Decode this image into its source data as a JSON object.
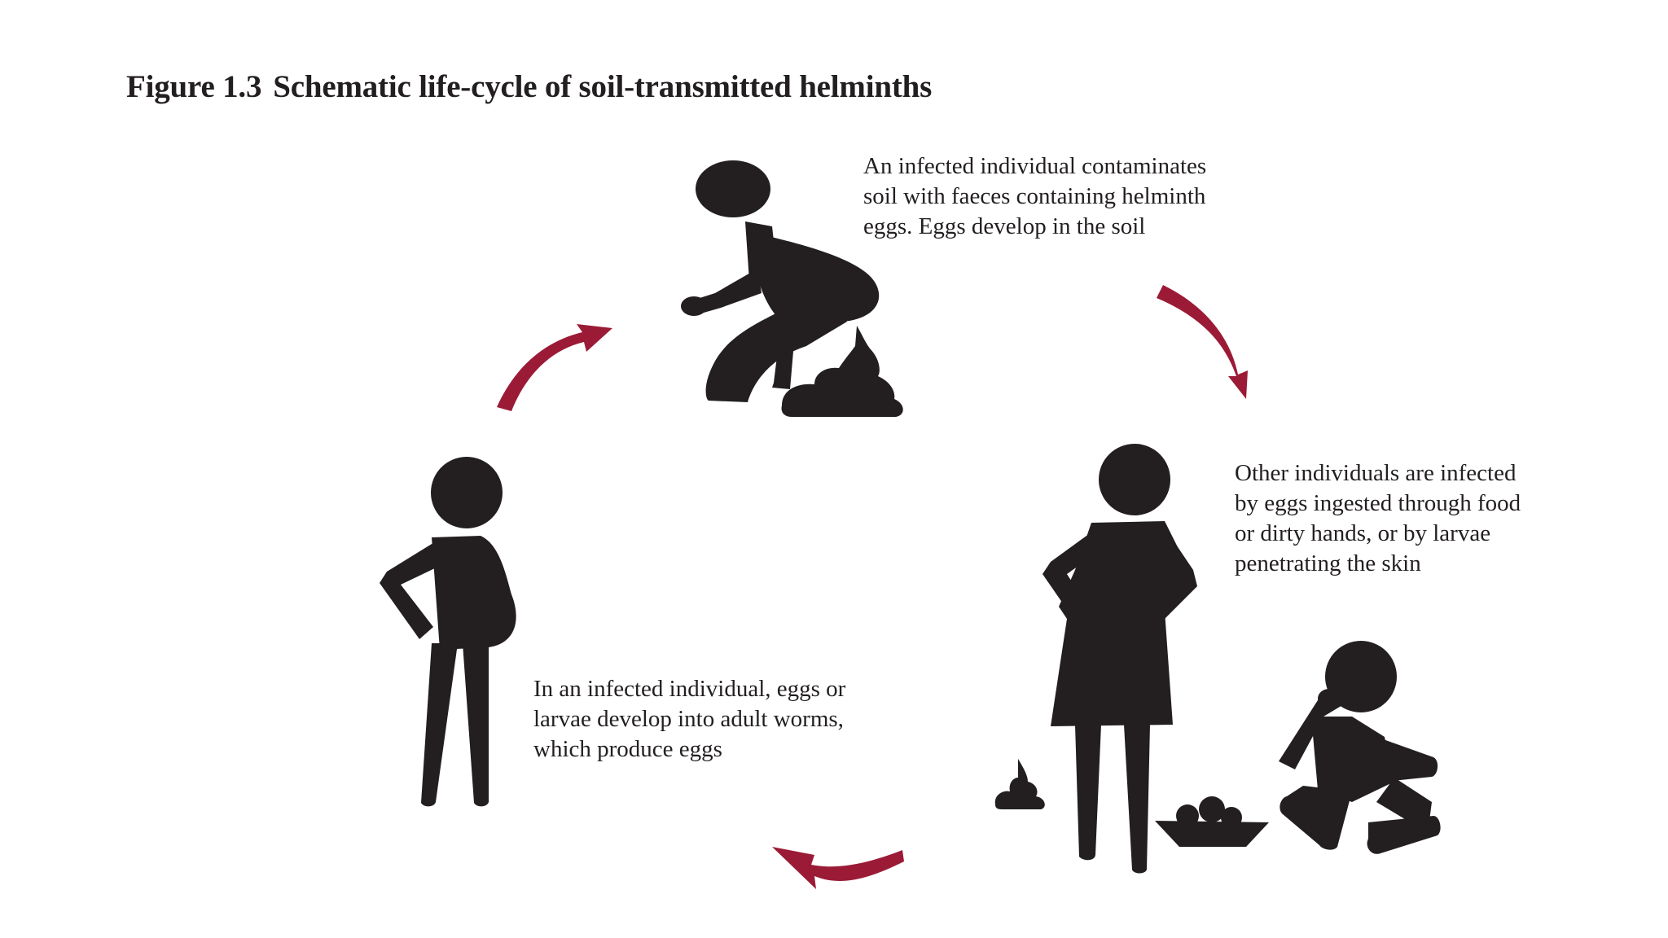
{
  "figure": {
    "label": "Figure 1.3",
    "title": "Schematic life-cycle of soil-transmitted helminths"
  },
  "steps": [
    {
      "id": "contamination",
      "lines": [
        "An infected individual contaminates",
        "soil with faeces containing helminth",
        "eggs. Eggs develop in the soil"
      ]
    },
    {
      "id": "infection",
      "lines": [
        "Other individuals are infected",
        "by eggs ingested through food",
        "or dirty hands, or by larvae",
        "penetrating the skin"
      ]
    },
    {
      "id": "development",
      "lines": [
        "In an infected individual, eggs or",
        "larvae develop into adult worms,",
        "which produce eggs"
      ]
    }
  ],
  "colors": {
    "arrow": "#9b1b36",
    "figure": "#231f20",
    "text": "#231f20"
  },
  "icons": [
    "defecating-person-icon",
    "faeces-icon",
    "standing-woman-icon",
    "eating-child-icon",
    "food-bowl-icon",
    "infected-person-icon",
    "cycle-arrow-icon"
  ]
}
